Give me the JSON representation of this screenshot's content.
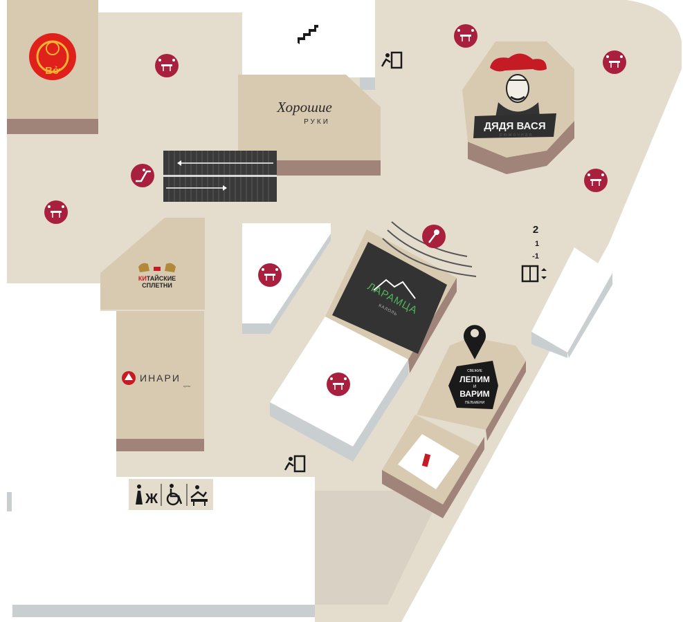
{
  "colors": {
    "floor": "#e4dccd",
    "block_white": "#ffffff",
    "block_shadow": "#c9cfd0",
    "shop_tan": "#d8cab0",
    "shop_shadow": "#a0847a",
    "marker": "#a8203d",
    "escalator": "#3a3a3a",
    "dark_shop": "#333333",
    "green_text": "#4fb55a",
    "bo_red": "#e0201b",
    "bo_gold": "#f2b233",
    "black": "#1a1a1a"
  },
  "icons": {
    "dining": "dining-table-icon",
    "exit": "emergency-exit-icon",
    "stairs": "stairs-icon",
    "escalator": "escalator-icon",
    "karaoke": "microphone-icon",
    "elevator": "elevator-icon",
    "you_are_here": "location-pin-icon",
    "restrooms": "restroom-icon",
    "accessible": "wheelchair-icon",
    "baby": "baby-changing-icon"
  },
  "shops": {
    "bo": {
      "logo_text": "Bở"
    },
    "khoroshie_ruki": {
      "line1": "Хорошие",
      "line2": "РУКИ"
    },
    "dyadya_vasya": {
      "name": "ДЯДЯ ВАСЯ",
      "subtitle": "рюмочная"
    },
    "kitaiskie_spletni": {
      "prefix": "КИ",
      "line1": "ТАЙСКИЕ",
      "line2": "СПЛЕТНИ"
    },
    "inari": {
      "name": "ИНАРИ",
      "subtitle": "кухня"
    },
    "laramtsa": {
      "name": "ЛАРАМЦА",
      "subtitle": "КАЛОЛЬ"
    },
    "lepim_i_varim": {
      "top": "СВЕЖИЕ",
      "line1": "ЛЕПИМ",
      "and": "И",
      "line2": "ВАРИМ",
      "bottom": "ПЕЛЬМЕНИ"
    }
  },
  "elevator_floors": [
    "2",
    "1",
    "-1"
  ],
  "restroom_sign": {
    "women": "Ж"
  }
}
